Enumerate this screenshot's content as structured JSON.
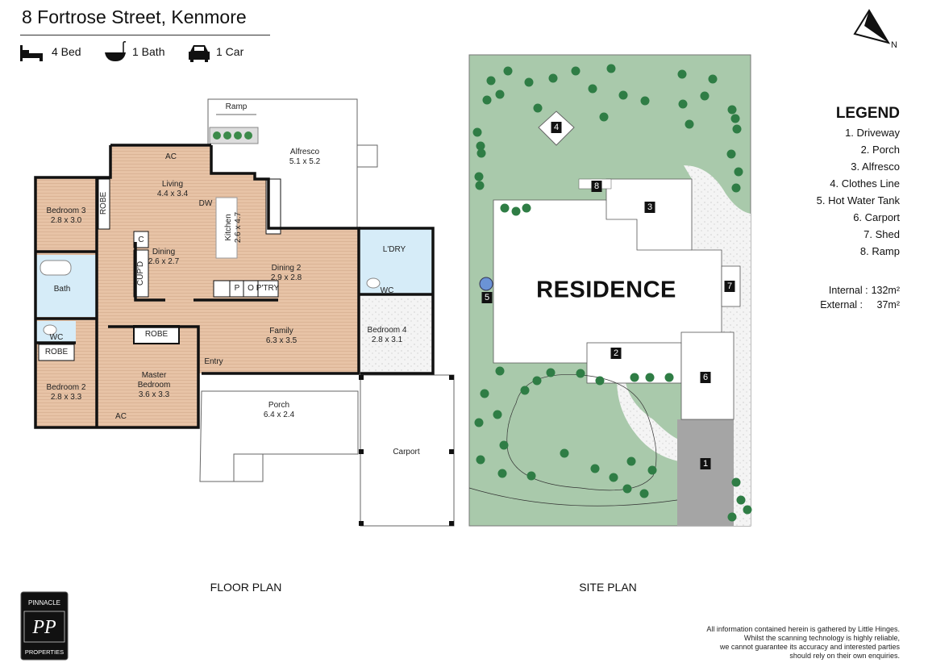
{
  "header": {
    "title": "8 Fortrose Street, Kenmore",
    "features": [
      {
        "icon": "bed-icon",
        "label": "4 Bed"
      },
      {
        "icon": "bath-icon",
        "label": "1 Bath"
      },
      {
        "icon": "car-icon",
        "label": "1 Car"
      }
    ]
  },
  "floor_plan": {
    "caption": "FLOOR PLAN",
    "rooms": {
      "ramp": "Ramp",
      "alfresco": {
        "name": "Alfresco",
        "size": "5.1 x 5.2"
      },
      "ac1": "AC",
      "living": {
        "name": "Living",
        "size": "4.4 x 3.4"
      },
      "dw": "DW",
      "kitchen": {
        "name": "Kitchen",
        "size": "2.6 x 4.7"
      },
      "bedroom3": {
        "name": "Bedroom 3",
        "size": "2.8 x 3.0"
      },
      "robe1": "ROBE",
      "c": "C",
      "cupd": "CUP'D",
      "dining": {
        "name": "Dining",
        "size": "2.6 x 2.7"
      },
      "dining2": {
        "name": "Dining 2",
        "size": "2.9 x 2.8"
      },
      "p": "P",
      "o": "O",
      "ptry": "P'TRY",
      "bath": "Bath",
      "wc1": "WC",
      "robe2": "ROBE",
      "ldry": "L'DRY",
      "wc2": "WC",
      "bedroom4": {
        "name": "Bedroom 4",
        "size": "2.8 x 3.1"
      },
      "family": {
        "name": "Family",
        "size": "6.3 x 3.5"
      },
      "robe3": "ROBE",
      "entry": "Entry",
      "master": {
        "name1": "Master",
        "name2": "Bedroom",
        "size": "3.6 x 3.3"
      },
      "bedroom2": {
        "name": "Bedroom 2",
        "size": "2.8 x 3.3"
      },
      "ac2": "AC",
      "porch": {
        "name": "Porch",
        "size": "6.4 x 2.4"
      },
      "carport": "Carport"
    }
  },
  "site_plan": {
    "caption": "SITE PLAN",
    "residence_label": "RESIDENCE",
    "markers": [
      "1",
      "2",
      "3",
      "4",
      "5",
      "6",
      "7",
      "8"
    ],
    "colors": {
      "lawn": "#a9c9ab",
      "tree": "#2f7d45",
      "driveway": "#a5a5a5",
      "tank": "#6b93d6"
    }
  },
  "compass": {
    "label": "N"
  },
  "legend": {
    "title": "LEGEND",
    "items": [
      "1. Driveway",
      "2. Porch",
      "3. Alfresco",
      "4. Clothes Line",
      "5. Hot Water Tank",
      "6. Carport",
      "7. Shed",
      "8. Ramp"
    ]
  },
  "areas": {
    "internal_label": "Internal  :",
    "internal_value": "132m²",
    "external_label": "External :",
    "external_value": "37m²"
  },
  "logo": {
    "top": "PINNACLE",
    "monogram": "PP",
    "bottom": "PROPERTIES"
  },
  "disclaimer": [
    "All information contained herein is gathered by Little Hinges.",
    "Whilst the scanning technology is highly reliable,",
    "we cannot guarantee its accuracy and interested parties",
    "should rely on their own enquiries."
  ]
}
